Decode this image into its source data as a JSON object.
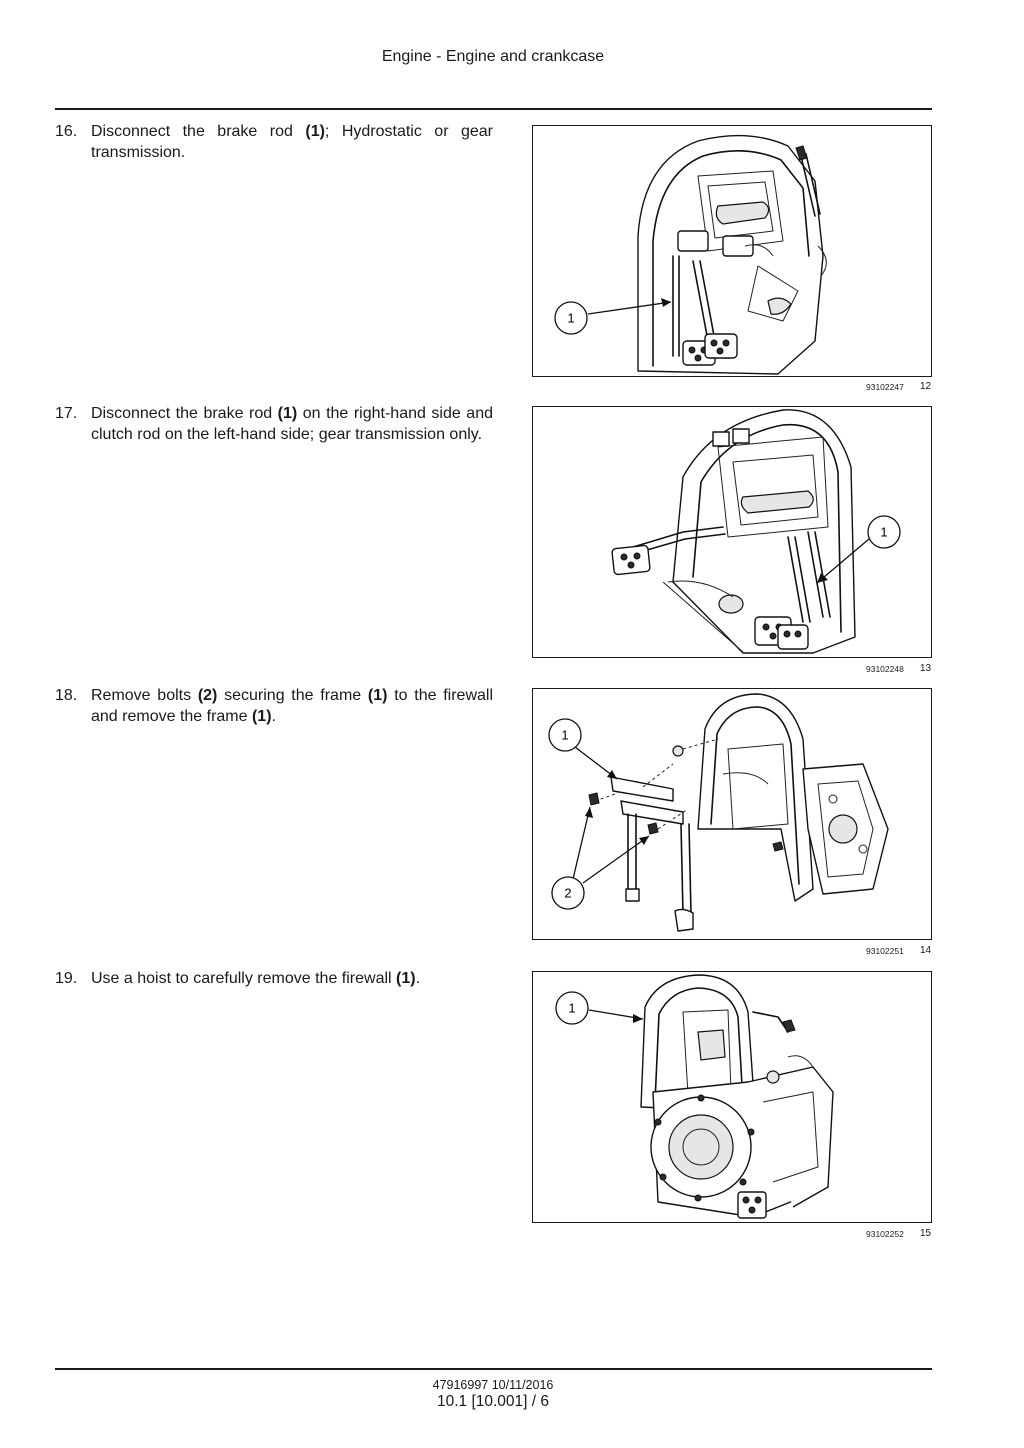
{
  "header": {
    "title": "Engine - Engine and crankcase"
  },
  "steps": [
    {
      "number": "16.",
      "parts": [
        {
          "t": "Disconnect the brake rod ",
          "b": false
        },
        {
          "t": "(1)",
          "b": true
        },
        {
          "t": "; Hydrostatic or gear transmission.",
          "b": false
        }
      ],
      "figure": {
        "code": "93102247",
        "number": "12",
        "callouts": [
          "1"
        ]
      }
    },
    {
      "number": "17.",
      "parts": [
        {
          "t": "Disconnect the brake rod ",
          "b": false
        },
        {
          "t": "(1)",
          "b": true
        },
        {
          "t": " on the right-hand side and clutch rod on the left-hand side; gear transmission only.",
          "b": false
        }
      ],
      "figure": {
        "code": "93102248",
        "number": "13",
        "callouts": [
          "1"
        ]
      }
    },
    {
      "number": "18.",
      "parts": [
        {
          "t": "Remove bolts ",
          "b": false
        },
        {
          "t": "(2)",
          "b": true
        },
        {
          "t": " securing the frame ",
          "b": false
        },
        {
          "t": "(1)",
          "b": true
        },
        {
          "t": " to the firewall and remove the frame ",
          "b": false
        },
        {
          "t": "(1)",
          "b": true
        },
        {
          "t": ".",
          "b": false
        }
      ],
      "figure": {
        "code": "93102251",
        "number": "14",
        "callouts": [
          "1",
          "2"
        ]
      }
    },
    {
      "number": "19.",
      "parts": [
        {
          "t": "Use a hoist to carefully remove the firewall ",
          "b": false
        },
        {
          "t": "(1)",
          "b": true
        },
        {
          "t": ".",
          "b": false
        }
      ],
      "figure": {
        "code": "93102252",
        "number": "15",
        "callouts": [
          "1"
        ]
      }
    }
  ],
  "footer": {
    "doc_ref": "47916997 10/11/2016",
    "page": "10.1 [10.001] / 6"
  }
}
